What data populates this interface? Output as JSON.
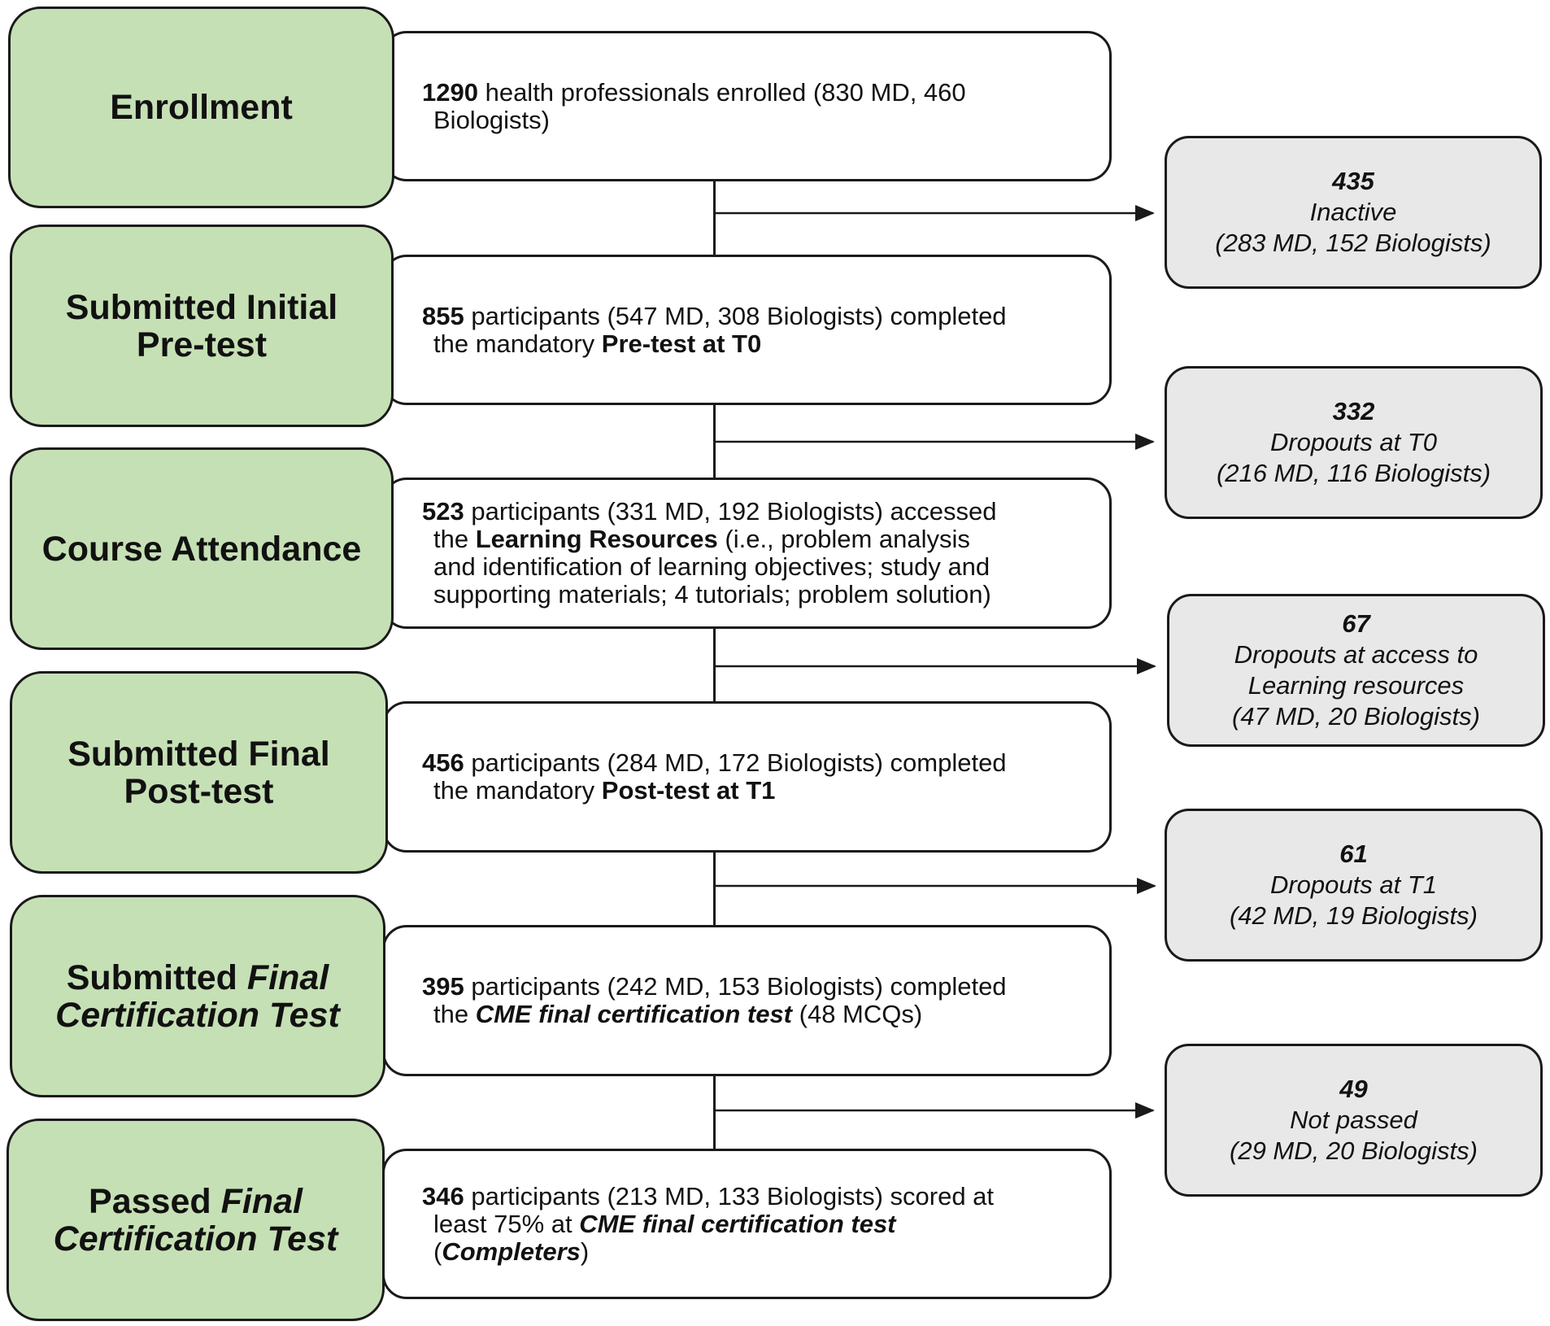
{
  "colors": {
    "stage_fill": "#c6e0b5",
    "side_fill": "#e8e8e8",
    "stroke": "#1a1a1a"
  },
  "stages": [
    {
      "label": "Enrollment"
    },
    {
      "label_line1": "Submitted Initial",
      "label_line2": "Pre-test"
    },
    {
      "label": "Course Attendance"
    },
    {
      "label_line1": "Submitted Final",
      "label_line2": "Post-test"
    },
    {
      "label_part1": "Submitted ",
      "label_part2": "Final",
      "label_line2": "Certification Test"
    },
    {
      "label_part1": "Passed ",
      "label_part2": "Final",
      "label_line2": "Certification Test"
    }
  ],
  "descriptions": [
    {
      "count": "1290",
      "l1": " health professionals enrolled (830 MD, 460",
      "l2": "Biologists)"
    },
    {
      "count": "855",
      "l1": " participants (547 MD, 308 Biologists) completed",
      "l2a": "the mandatory ",
      "l2b": "Pre-test at T0"
    },
    {
      "count": "523",
      "l1": " participants (331 MD, 192 Biologists) accessed",
      "l2a": "the ",
      "l2b": "Learning Resources",
      "l2c": " (i.e., problem analysis",
      "l3": "and identification of learning objectives; study and",
      "l4": "supporting materials; 4 tutorials; problem solution)"
    },
    {
      "count": "456",
      "l1": " participants (284 MD, 172 Biologists) completed",
      "l2a": "the mandatory ",
      "l2b": "Post-test at T1"
    },
    {
      "count": "395",
      "l1": " participants (242 MD, 153 Biologists) completed",
      "l2a": "the ",
      "l2b": "CME final certification test",
      "l2c": " (48 MCQs)"
    },
    {
      "count": "346",
      "l1": " participants (213 MD, 133 Biologists) scored at",
      "l2a": "least 75% at ",
      "l2b": "CME final certification test",
      "l3a": "(",
      "l3b": "Completers",
      "l3c": ")"
    }
  ],
  "dropouts": [
    {
      "count": "435",
      "label": " Inactive",
      "detail": "(283 MD, 152 Biologists)"
    },
    {
      "count": "332",
      "label": " Dropouts at T0",
      "detail": "(216 MD, 116 Biologists)"
    },
    {
      "count": "67",
      "label": " Dropouts at access to",
      "label2": "Learning resources",
      "detail": "(47 MD, 20 Biologists)"
    },
    {
      "count": "61",
      "label": " Dropouts at T1",
      "detail": "(42 MD, 19 Biologists)"
    },
    {
      "count": "49",
      "label": " Not passed",
      "detail": "(29 MD, 20 Biologists)"
    }
  ]
}
